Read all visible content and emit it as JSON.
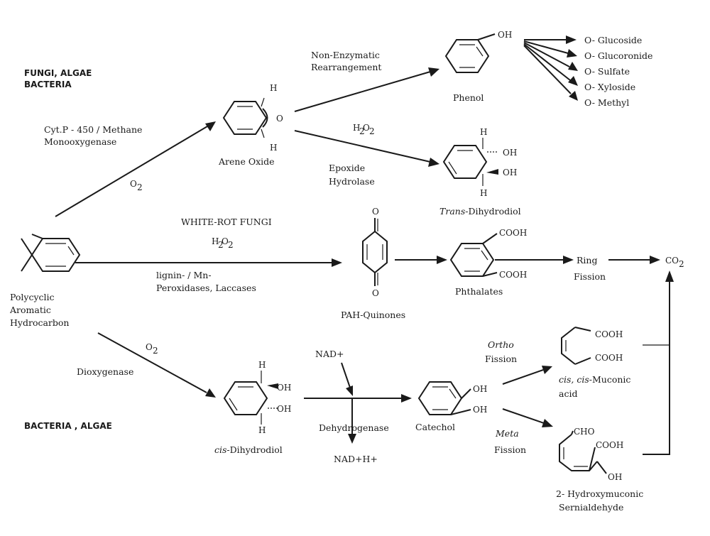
{
  "headers": {
    "fungi_algae": "FUNGI, ALGAE",
    "bacteria_top": "BACTERIA",
    "white_rot": "WHITE-ROT FUNGI",
    "bacteria_algae": "BACTERIA , ALGAE"
  },
  "compounds": {
    "pah_line1": "Polycyclic",
    "pah_line2": "Aromatic",
    "pah_line3": "Hydrocarbon",
    "arene_oxide": "Arene Oxide",
    "phenol": "Phenol",
    "trans_prefix": "Trans",
    "trans_suffix": "-Dihydrodiol",
    "quinones": "PAH-Quinones",
    "phthalates": "Phthalates",
    "cis_prefix": "cis",
    "cis_suffix": "-Dihydrodiol",
    "catechol": "Catechol",
    "muconic_cis1": "cis, cis",
    "muconic_rest": "-Muconic",
    "muconic_line2": "acid",
    "hydroxy_line1": "2- Hydroxymuconic",
    "hydroxy_line2": "Sernialdehyde",
    "co2_base": "CO",
    "co2_sub": "2"
  },
  "conjugates": [
    "O- Glucoside",
    "O- Glucoronide",
    "O- Sulfate",
    "O- Xyloside",
    "O- Methyl"
  ],
  "enzymes": {
    "cyt_line1": "Cyt.P - 450 / Methane",
    "cyt_line2": "Monooxygenase",
    "nonenz_line1": "Non-Enzymatic",
    "nonenz_line2": "Rearrangement",
    "epoxide_line1": "Epoxide",
    "epoxide_line2": "Hydrolase",
    "lignin_line1": "lignin- / Mn-",
    "lignin_line2": "Peroxidases, Laccases",
    "dioxygenase": "Dioxygenase",
    "dehydrogenase": "Dehydrogenase",
    "ortho": "Ortho",
    "ortho_fission": "Fission",
    "meta": "Meta",
    "meta_fission": "Fission",
    "ring1": "Ring",
    "ring2": "Fission"
  },
  "reagents": {
    "o2_a_base": "O",
    "o2_a_sub": "2",
    "o2_b_base": "O",
    "o2_b_sub": "2",
    "h2o2_a_1": "H",
    "h2o2_a_s1": "2",
    "h2o2_a_2": "O",
    "h2o2_a_s2": "2",
    "h2o2_b_1": "H",
    "h2o2_b_s1": "2",
    "h2o2_b_2": "O",
    "h2o2_b_s2": "2",
    "nad": "NAD+",
    "nadh": "NAD+H+"
  },
  "atoms": {
    "oh": "OH",
    "h": "H",
    "o": "O",
    "cooh": "COOH",
    "cho": "CHO"
  }
}
